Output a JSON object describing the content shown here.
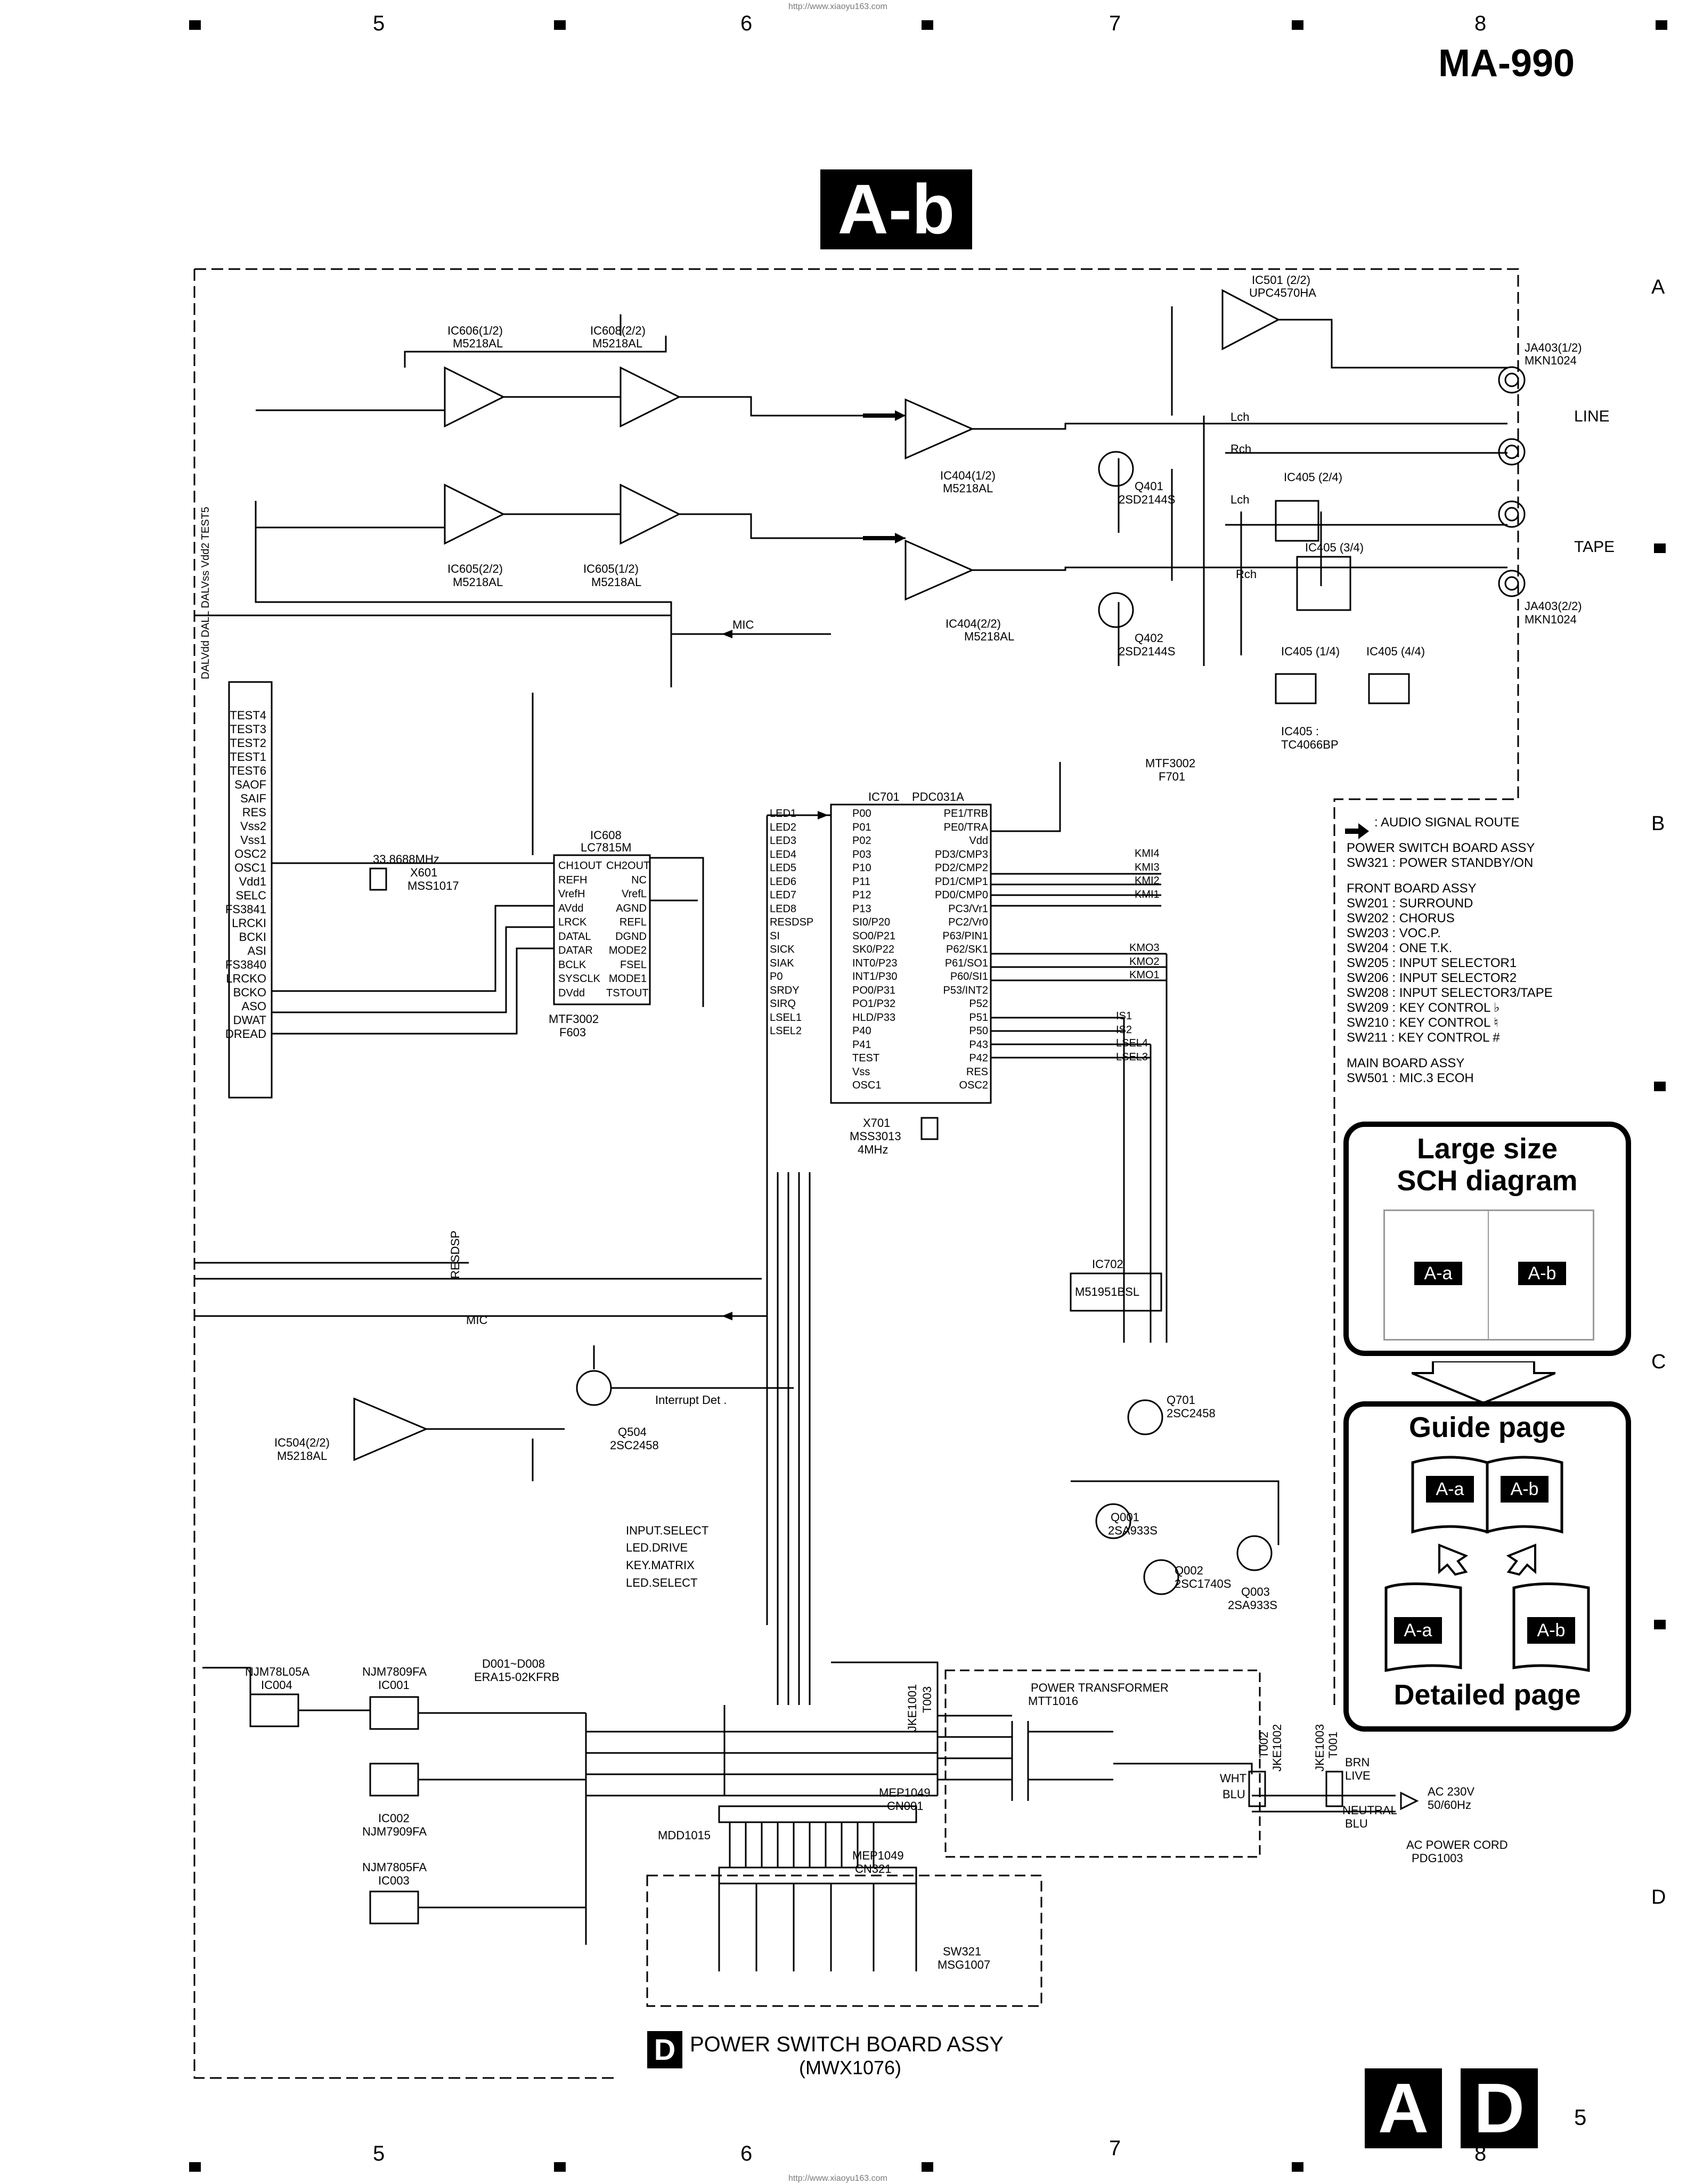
{
  "header": {
    "url": "http://www.xiaoyu163.com",
    "columns": [
      "5",
      "6",
      "7",
      "8"
    ],
    "model": "MA-990",
    "sheet_title": "A-b"
  },
  "rows": [
    "A",
    "B",
    "C",
    "D"
  ],
  "components": {
    "ic606_1": "IC606(1/2)",
    "ic606_1_type": "M5218AL",
    "ic608_2": "IC608(2/2)",
    "ic608_2_type": "M5218AL",
    "ic605_2": "IC605(2/2)",
    "ic605_2_type": "M5218AL",
    "ic605_1": "IC605(1/2)",
    "ic605_1_type": "M5218AL",
    "ic404_1": "IC404(1/2)",
    "ic404_1_type": "M5218AL",
    "ic404_2": "IC404(2/2)",
    "ic404_2_type": "M5218AL",
    "ic501": "IC501 (2/2)",
    "ic501_type": "UPC4570HA",
    "ic608": "IC608",
    "ic608_type": "LC7815M",
    "ic701": "IC701",
    "ic701_type": "PDC031A",
    "ic702": "IC702",
    "ic702_type": "M51951BSL",
    "ic504": "IC504(2/2)",
    "ic504_type": "M5218AL",
    "ic405_24": "IC405 (2/4)",
    "ic405_34": "IC405 (3/4)",
    "ic405_14": "IC405 (1/4)",
    "ic405_44": "IC405 (4/4)",
    "ic405_note": "IC405 :",
    "ic405_type": "TC4066BP",
    "ja403_1": "JA403(1/2)",
    "ja403_2": "JA403(2/2)",
    "ja403_type": "MKN1024",
    "line_label": "LINE",
    "tape_label": "TAPE",
    "x601": "X601",
    "x601_type": "MSS1017",
    "x601_freq": "33.8688MHz",
    "x701": "X701",
    "x701_type": "MSS3013",
    "x701_freq": "4MHz",
    "ic004": "IC004",
    "ic004_type": "NJM78L05A",
    "ic001": "IC001",
    "ic001_type": "NJM7809FA",
    "ic002": "IC002",
    "ic002_type": "NJM7909FA",
    "ic003": "IC003",
    "ic003_type": "NJM7805FA",
    "diodes": "D001~D008",
    "diodes_type": "ERA15-02KFRB",
    "transformer": "POWER TRANSFORMER",
    "transformer_type": "MTT1016",
    "ac": "AC 230V",
    "ac_freq": "50/60Hz",
    "cord": "AC POWER CORD",
    "cord_type": "PDG1003",
    "sw321": "SW321",
    "sw321_type": "MSG1007",
    "mep1049_a": "MEP1049",
    "cn001": "CN001",
    "mdd1015": "MDD1015",
    "mep1049_b": "MEP1049",
    "cn321": "CN321",
    "jke1001": "JKE1001",
    "t003": "T003",
    "jke1002": "JKE1002",
    "t002": "T002",
    "jke1003": "JKE1003",
    "t001": "T001",
    "live": "LIVE",
    "neutral": "NEUTRAL",
    "brn": "BRN",
    "blu": "BLU",
    "wht": "WHT",
    "mtf3002_a": "MTF3002",
    "f603": "F603",
    "mtf3002_b": "MTF3002",
    "f701": "F701",
    "q401": "Q401",
    "q401_type": "2SD2144S",
    "q402": "Q402",
    "q402_type": "2SD2144S",
    "q504": "Q504",
    "q504_type": "2SC2458",
    "q701": "Q701",
    "q701_type": "2SC2458",
    "q001": "Q001",
    "q001_type": "2SA933S",
    "q002": "Q002",
    "q002_type": "2SC1740S",
    "q003": "Q003",
    "q003_type": "2SA933S",
    "interrupt": "Interrupt Det .",
    "bus_input": "INPUT.SELECT",
    "bus_driver": "LED.DRIVE",
    "bus_matrix": "KEY.MATRIX",
    "bus_select": "LED.SELECT",
    "mic": "MIC",
    "resdsp": "RESDSP",
    "lch": "Lch",
    "rch": "Rch"
  },
  "ic608_pins_left": [
    "CH1OUT",
    "REFH",
    "VrefH",
    "AVdd",
    "LRCK",
    "DATAL",
    "DATAR",
    "BCLK",
    "SYSCLK",
    "DVdd"
  ],
  "ic608_pins_right": [
    "CH2OUT",
    "NC",
    "VrefL",
    "AGND",
    "REFL",
    "DGND",
    "MODE2",
    "FSEL",
    "MODE1",
    "TSTOUT"
  ],
  "ic701_pins_left": [
    "P00",
    "P01",
    "P02",
    "P03",
    "P10",
    "P11",
    "P12",
    "P13",
    "SI0/P20",
    "SO0/P21",
    "SK0/P22",
    "INT0/P23",
    "INT1/P30",
    "PO0/P31",
    "PO1/P32",
    "HLD/P33",
    "P40",
    "P41",
    "TEST",
    "Vss",
    "OSC1"
  ],
  "ic701_pins_right": [
    "PE1/TRB",
    "PE0/TRA",
    "Vdd",
    "PD3/CMP3",
    "PD2/CMP2",
    "PD1/CMP1",
    "PD0/CMP0",
    "PC3/Vr1",
    "PC2/Vr0",
    "P63/PIN1",
    "P62/SK1",
    "P61/SO1",
    "P60/SI1",
    "P53/INT2",
    "P52",
    "P51",
    "P50",
    "P43",
    "P42",
    "RES",
    "OSC2"
  ],
  "ic701_signals_left": [
    "LED1",
    "LED2",
    "LED3",
    "LED4",
    "LED5",
    "LED6",
    "LED7",
    "LED8",
    "RESDSP",
    "SI",
    "SICK",
    "SIAK",
    "P0",
    "SRDY",
    "SIRQ",
    "LSEL1",
    "LSEL2"
  ],
  "ic701_signals_right": [
    "KMI4",
    "KMI3",
    "KMI2",
    "KMI1",
    "KMO3",
    "KMO2",
    "KMO1",
    "IS1",
    "IS2",
    "LSEL4",
    "LSEL3"
  ],
  "dsp_pins": [
    "DALVdd",
    "DALL",
    "DALVss",
    "Vdd2",
    "TEST5",
    "TEST4",
    "TEST3",
    "TEST2",
    "TEST1",
    "TEST6",
    "SAOF",
    "SAIF",
    "RES",
    "Vss2",
    "Vss1",
    "OSC2",
    "OSC1",
    "Vdd1",
    "SELC",
    "FS3841",
    "LRCKI",
    "BCKI",
    "ASI",
    "FS3840",
    "LRCKO",
    "BCKO",
    "ASO",
    "DWAT",
    "DREAD"
  ],
  "legend": {
    "route": ": AUDIO SIGNAL ROUTE",
    "psb_title": "POWER SWITCH BOARD ASSY",
    "psb_items": [
      "SW321 : POWER STANDBY/ON"
    ],
    "front_title": "FRONT BOARD ASSY",
    "front_items": [
      "SW201 : SURROUND",
      "SW202 : CHORUS",
      "SW203 : VOC.P.",
      "SW204 : ONE T.K.",
      "SW205 : INPUT SELECTOR1",
      "SW206 : INPUT SELECTOR2",
      "SW208 : INPUT SELECTOR3/TAPE",
      "SW209 : KEY CONTROL ♭",
      "SW210 : KEY CONTROL ♮",
      "SW211 : KEY CONTROL #"
    ],
    "main_title": "MAIN BOARD ASSY",
    "main_items": [
      "SW501 : MIC.3 ECOH"
    ]
  },
  "panel_large": {
    "title1": "Large size",
    "title2": "SCH diagram",
    "left": "A-a",
    "right": "A-b"
  },
  "panel_guide": {
    "top": "Guide page",
    "bottom": "Detailed page",
    "left": "A-a",
    "right": "A-b"
  },
  "power_switch_board": {
    "letter": "D",
    "title": "POWER SWITCH BOARD ASSY",
    "code": "(MWX1076)"
  },
  "footer": {
    "box1": "A",
    "box2": "D",
    "page": "5"
  }
}
